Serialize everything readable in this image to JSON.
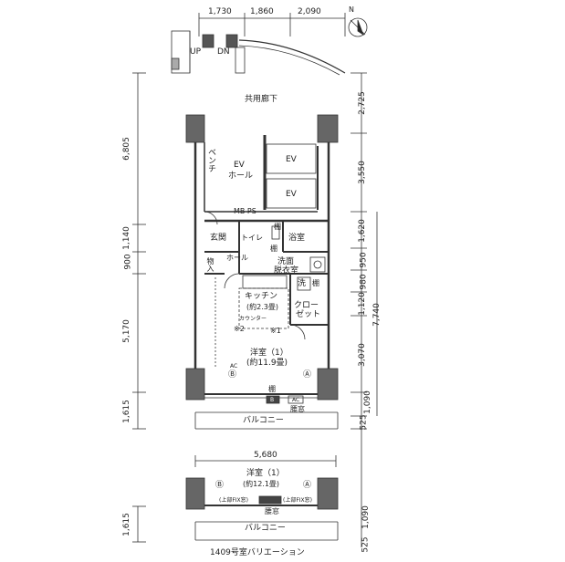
{
  "dimensions": {
    "top": [
      "1,730",
      "1,860",
      "2,090"
    ],
    "left": [
      "6,805",
      "1,140",
      "900",
      "5,170",
      "1,615"
    ],
    "right": [
      "2,725",
      "3,550",
      "1,620",
      "950",
      "980",
      "1,120",
      "3,070",
      "1,090",
      "525",
      "7,740"
    ],
    "width": "5,680",
    "variation_left": "1,615",
    "variation_right": [
      "1,090",
      "525"
    ]
  },
  "labels": {
    "up": "UP",
    "dn": "DN",
    "corridor": "共用廊下",
    "bench": "ベンチ",
    "ev": "EV",
    "ev_hall_1": "EV",
    "ev_hall_2": "ホール",
    "mbps": "MB PS",
    "toilet": "トイレ",
    "shelf": "棚",
    "bath": "浴室",
    "entrance": "玄関",
    "storage": "物入",
    "hall": "ホール",
    "washroom_1": "洗面",
    "washroom_2": "脱衣室",
    "kitchen_1": "キッチン",
    "kitchen_2": "(約2.3畳)",
    "wash": "洗",
    "closet_1": "クロー",
    "closet_2": "ゼット",
    "counter": "カウンター",
    "note2": "※2",
    "note1": "※1",
    "western_1": "洋室（1）",
    "western_2": "(約11.9畳)",
    "mark_a": "Ⓐ",
    "mark_b": "Ⓑ",
    "ac": "AC",
    "b_box": "B",
    "window": "腰窓",
    "balcony": "バルコニー",
    "var_western_1": "洋室（1）",
    "var_western_2": "(約12.1畳)",
    "fix_left": "(上部FIX窓)",
    "fix_right": "(上部FIX窓)",
    "var_balcony": "バルコニー",
    "var_window": "腰窓",
    "caption": "1409号室バリエーション"
  },
  "compass": {
    "label": "N"
  }
}
